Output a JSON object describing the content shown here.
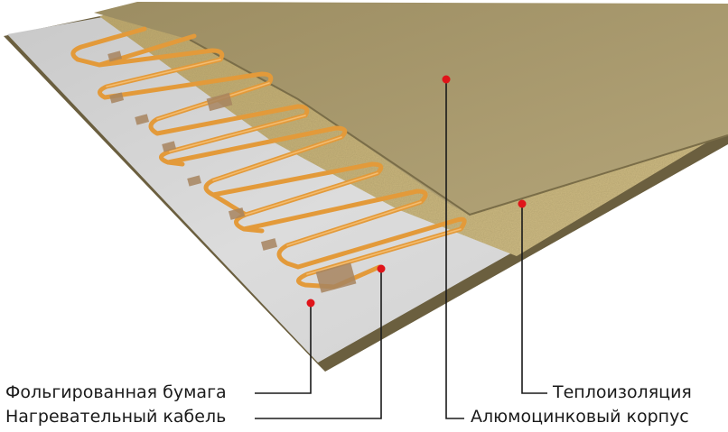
{
  "labels": {
    "foil_paper": "Фольгированная бумага",
    "heating_cable": "Нагревательный кабель",
    "insulation": "Теплоизоляция",
    "alu_zinc_case": "Алюмоцинковый корпус"
  },
  "colors": {
    "board_edge": "#6b5f3f",
    "foil": "#d6d6d6",
    "cable": "#e39a3a",
    "tape": "#a88560",
    "insulation": "#c8b47a",
    "case_top": "#a99a6c",
    "marker": "#e0141a",
    "leader": "#1a1a1a"
  }
}
